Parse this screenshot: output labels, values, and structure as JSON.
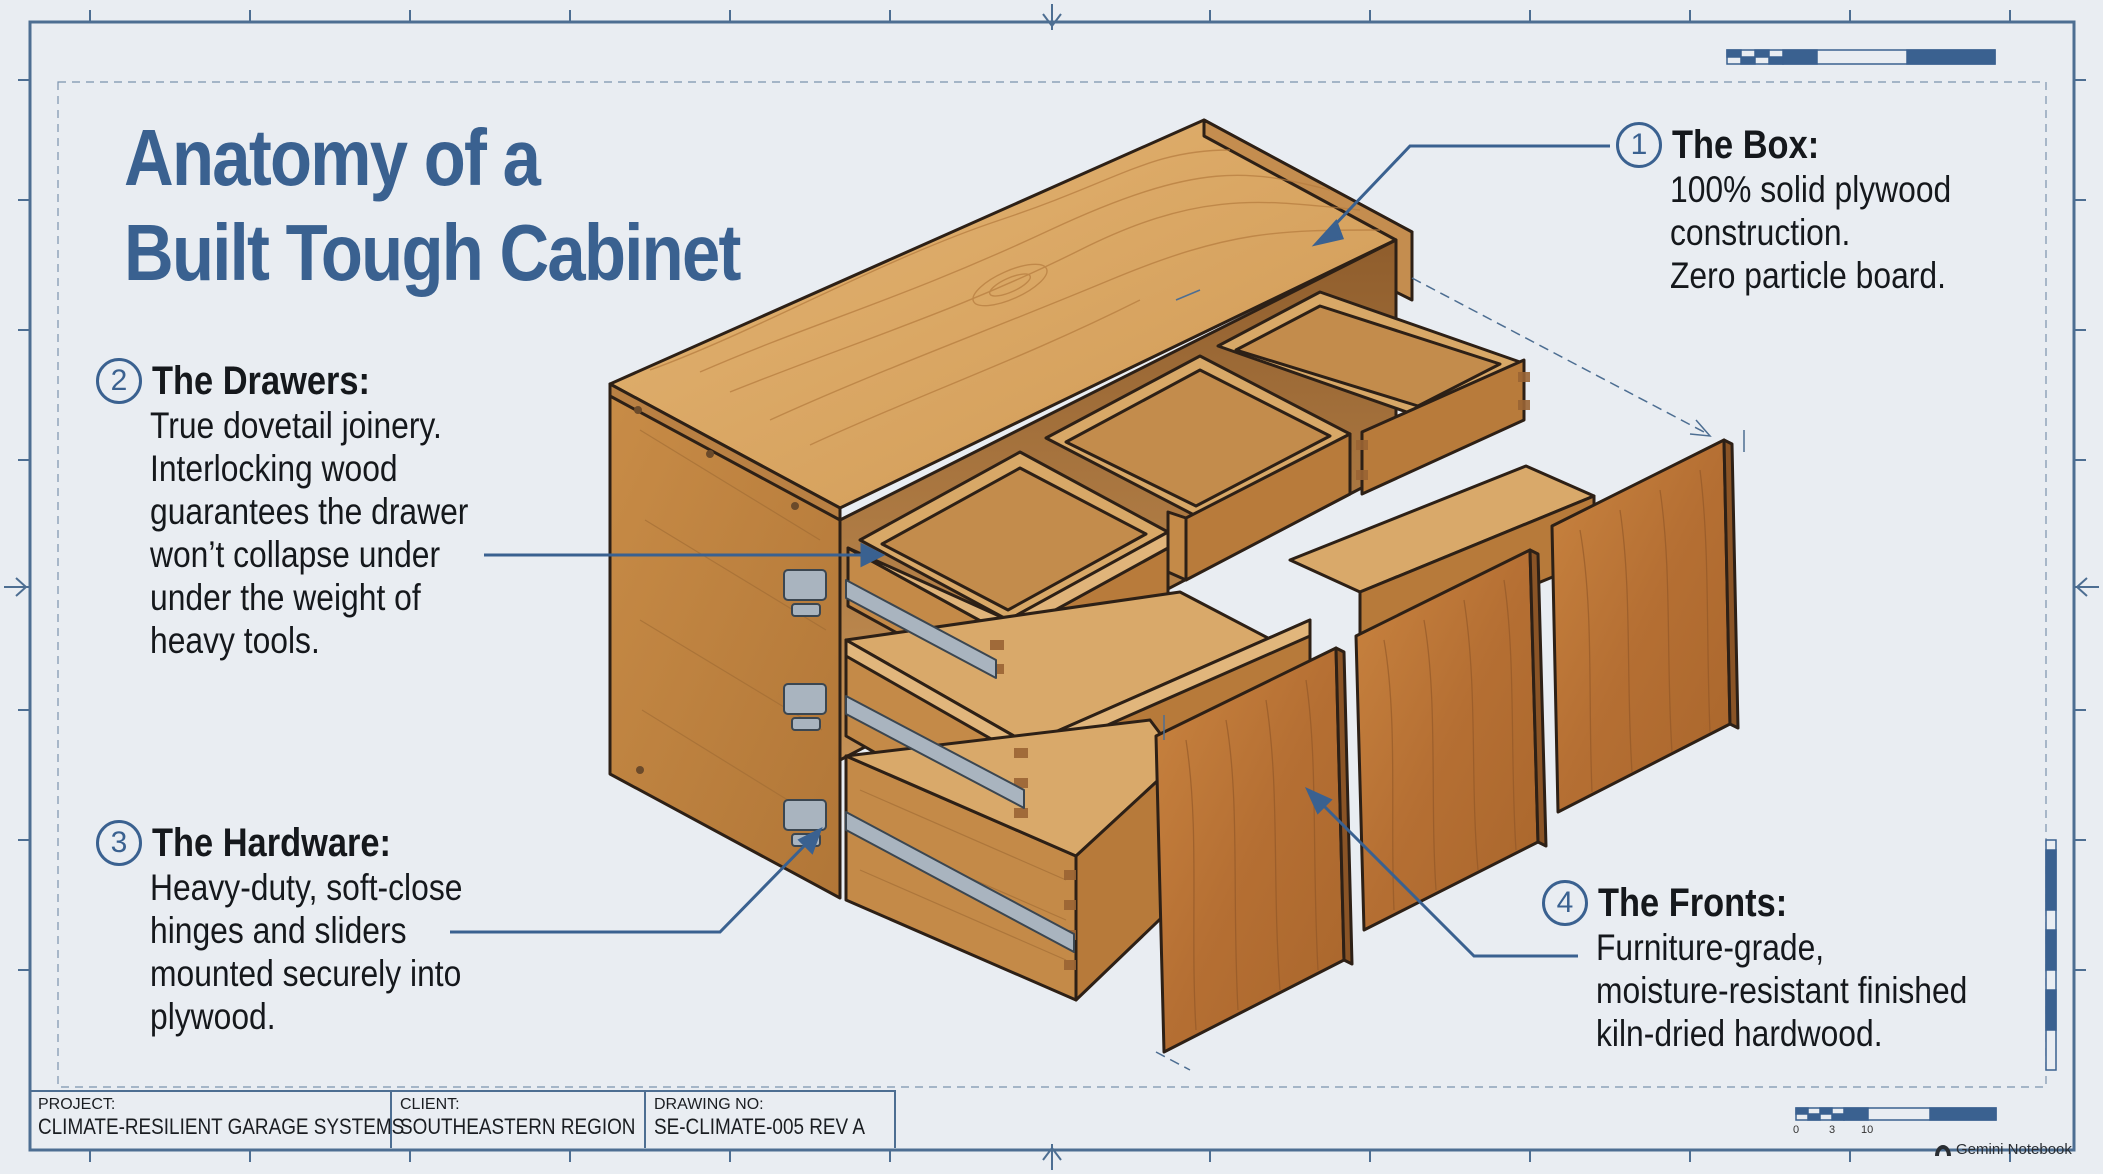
{
  "title": {
    "line1": "Anatomy of a",
    "line2": "Built Tough Cabinet"
  },
  "callouts": {
    "box": {
      "number": "1",
      "title": "The Box:",
      "lines": [
        "100% solid plywood",
        "construction.",
        "Zero particle board."
      ]
    },
    "drawers": {
      "number": "2",
      "title": "The Drawers:",
      "lines": [
        "True dovetail joinery.",
        "Interlocking wood",
        "guarantees the drawer",
        "won’t collapse under",
        "under the weight of",
        "heavy tools."
      ]
    },
    "hardware": {
      "number": "3",
      "title": "The Hardware:",
      "lines": [
        "Heavy-duty, soft-close",
        "hinges and sliders",
        "mounted securely into",
        "plywood."
      ]
    },
    "fronts": {
      "number": "4",
      "title": "The Fronts:",
      "lines": [
        "Furniture-grade,",
        "moisture-resistant finished",
        "kiln-dried hardwood."
      ]
    }
  },
  "title_block": {
    "project": {
      "label": "PROJECT:",
      "value": "CLIMATE-RESILIENT GARAGE SYSTEMS"
    },
    "client": {
      "label": "CLIENT:",
      "value": "SOUTHEASTERN REGION"
    },
    "drawing": {
      "label": "DRAWING NO:",
      "value": "SE-CLIMATE-005 REV A"
    }
  },
  "scale_labels": [
    "0",
    "3",
    "10"
  ],
  "badge": {
    "icon": "gemini-notebook-icon",
    "text": "Gemini Notebook"
  },
  "colors": {
    "background": "#e9edf2",
    "blueprint": "#3a6190",
    "wood_light": "#d9a866",
    "wood_mid": "#c58c47",
    "wood_dark": "#a8703a",
    "metal": "#9aa6b2"
  }
}
